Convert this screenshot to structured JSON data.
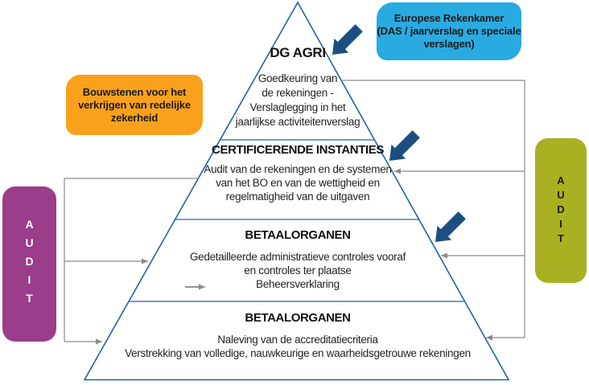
{
  "colors": {
    "pyramid_outline": "#2163A6",
    "bold_arrow": "#1B4F82",
    "connector_gray": "#8A8A8A",
    "eca_box": "#29ABE2",
    "building_blocks_box": "#F9A11D",
    "audit_left_box": "#9B3D8B",
    "audit_right_box": "#A8B122",
    "body_text": "#231F20"
  },
  "icons": {
    "bold_arrow": "thick-arrow-pointing-down-left",
    "connector_arrow": "thin-gray-arrow",
    "flow_arrow": "small-right-arrow"
  },
  "callouts": {
    "eca": {
      "lines": [
        "Europese Rekenkamer",
        "(DAS / jaarverslag en speciale",
        "verslagen)"
      ]
    },
    "building_blocks": {
      "lines": [
        "Bouwstenen voor het",
        "verkrijgen van redelijke",
        "zekerheid"
      ]
    },
    "audit_left": {
      "label": "AUDIT"
    },
    "audit_right": {
      "label": "AUDIT"
    }
  },
  "pyramid": {
    "levels": [
      {
        "title": "DG AGRI",
        "body": "Goedkeuring van\nde rekeningen -\nVerslaglegging in het\njaarlijkse activiteitenverslag"
      },
      {
        "title": "CERTIFICERENDE INSTANTIES",
        "body": "Audit van de rekeningen en de systemen\nvan het BO en van de wettigheid en\nregelmatigheid van de uitgaven"
      },
      {
        "title": "BETAALORGANEN",
        "body": "Gedetailleerde administratieve controles vooraf\nen controles ter plaatse\nBeheersverklaring"
      },
      {
        "title": "BETAALORGANEN",
        "body": "Naleving van de accreditatiecriteria\nVerstrekking van volledige, nauwkeurige en waarheidsgetrouwe rekeningen"
      }
    ]
  }
}
